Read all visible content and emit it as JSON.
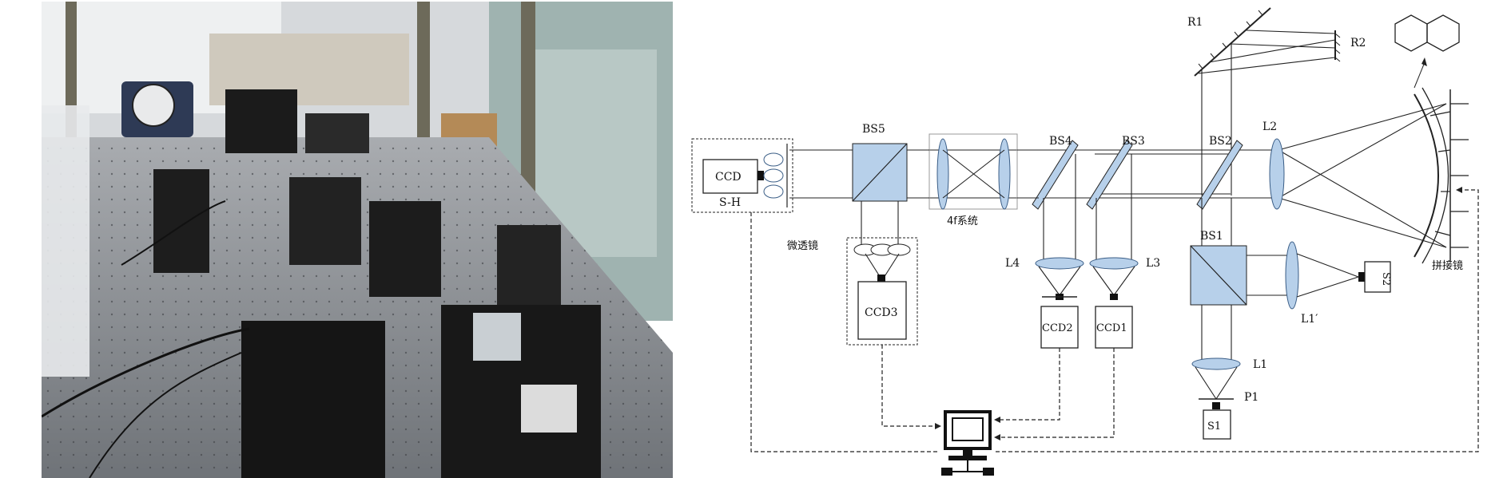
{
  "colors": {
    "optic_fill": "#b7d0ea",
    "line": "#222222",
    "photo_floor": "#8c8f93"
  },
  "photo": {
    "icon": "lab-optical-bench-photo"
  },
  "labels": {
    "R1": "R1",
    "R2": "R2",
    "L2": "L2",
    "BS2": "BS2",
    "BS3": "BS3",
    "BS4": "BS4",
    "BS5": "BS5",
    "BS1": "BS1",
    "L1p": "L1′",
    "L1": "L1",
    "P1": "P1",
    "S1": "S1",
    "S2": "S2",
    "L3": "L3",
    "L4": "L4",
    "CCD1": "CCD1",
    "CCD2": "CCD2",
    "CCD3": "CCD3",
    "CCD": "CCD",
    "SH": "S-H",
    "fourf": "4f系统",
    "microlens": "微透镜",
    "segmented": "拼接镜"
  }
}
